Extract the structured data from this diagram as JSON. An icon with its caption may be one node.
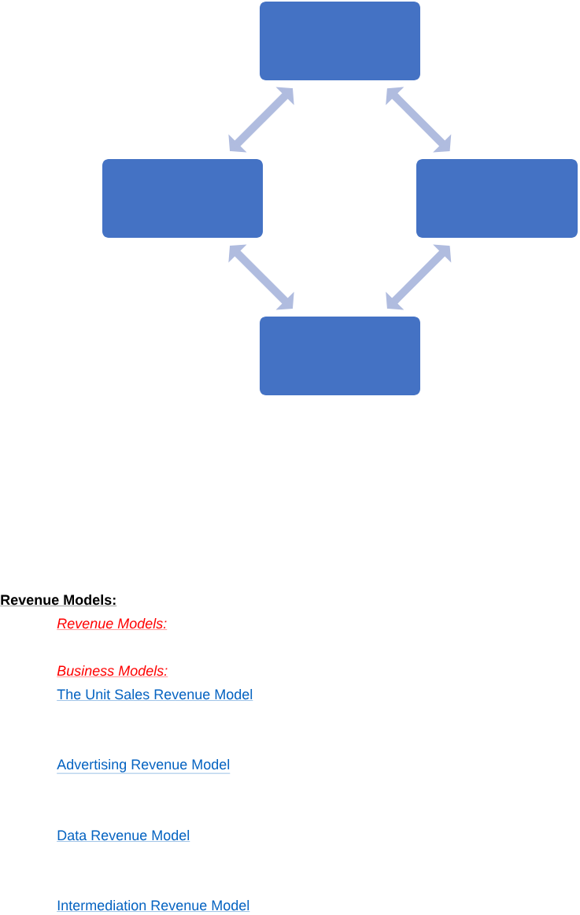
{
  "diagram": {
    "nodes": [
      {
        "text": [],
        "shape": "box"
      },
      {
        "text": [],
        "shape": "box"
      },
      {
        "text": [],
        "shape": "box"
      },
      {
        "text": [],
        "shape": "box"
      }
    ],
    "edges": [
      {
        "from": 0,
        "to": 1,
        "arrow": "both"
      },
      {
        "from": 0,
        "to": 2,
        "arrow": "both"
      },
      {
        "from": 1,
        "to": 3,
        "arrow": "both"
      },
      {
        "from": 2,
        "to": 3,
        "arrow": "both"
      }
    ],
    "labels": [
      "Revenue Models:",
      "Revenue Models:",
      "Business Models:",
      "The Unit Sales Revenue Model",
      "Advertising Revenue Model",
      "Data Revenue Model",
      "Intermediation Revenue Model"
    ]
  }
}
